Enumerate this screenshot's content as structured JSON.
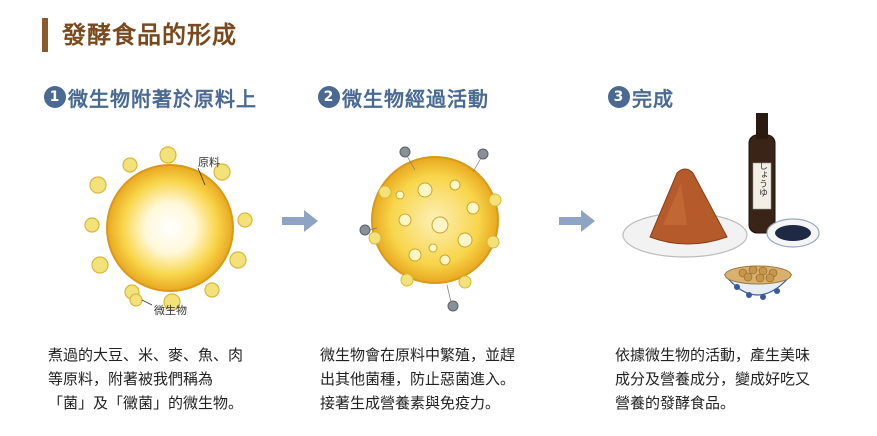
{
  "title": "發酵食品的形成",
  "steps": [
    {
      "num": "1",
      "title": "微生物附著於原料上",
      "desc_lines": [
        "煮過的大豆、米、麥、魚、肉",
        "等原料，附著被我們稱為",
        "「菌」及「黴菌」的微生物。"
      ]
    },
    {
      "num": "2",
      "title": "微生物經過活動",
      "desc_lines": [
        "微生物會在原料中繁殖，並趕",
        "出其他菌種，防止惡菌進入。",
        "接著生成營養素與免疫力。"
      ]
    },
    {
      "num": "3",
      "title": "完成",
      "desc_lines": [
        "依據微生物的活動，產生美味",
        "成分及營養成分，變成好吃又",
        "營養的發酵食品。"
      ]
    }
  ],
  "labels": {
    "raw": "原料",
    "microbe": "微生物",
    "bottle": "しょうゆ"
  },
  "colors": {
    "title": "#7a4a1e",
    "accent": "#4a6a94",
    "arrow": "#8fa3c2",
    "sphere": "#f6c42a",
    "microbe": "#f0dc6a"
  }
}
